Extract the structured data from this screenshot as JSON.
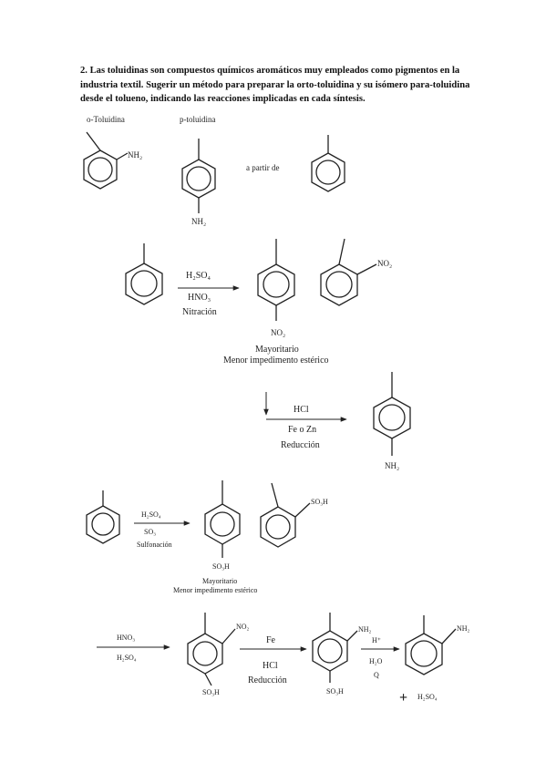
{
  "question": "2. Las toluidinas son compuestos químicos aromáticos muy empleados como pigmentos en la industria textil. Sugerir un método para preparar la orto-toluidina y su isómero para-toluidina desde el tolueno, indicando las reacciones implicadas en cada síntesis.",
  "intro": {
    "ortho_label": "o-Toluidina",
    "para_label": "p-toluidina",
    "from_label": "a partir de",
    "nh2": "NH₂"
  },
  "route_para": {
    "reagent1": "H₂SO₄",
    "reagent2": "HNO₃",
    "reaction_name": "Nitración",
    "no2": "NO₂",
    "major_label": "Mayoritario",
    "major_reason": "Menor impedimento estérico",
    "reduction_reagent1": "HCl",
    "reduction_reagent2": "Fe o Zn",
    "reduction_name": "Reducción",
    "product_group": "NH₂"
  },
  "route_ortho": {
    "reagent1": "H₂SO₄",
    "reagent2": "SO₃",
    "reaction_name": "Sulfonación",
    "so3h": "SO₃H",
    "major_label": "Mayoritario",
    "major_reason": "Menor impedimento estérico",
    "nitration_reagent1": "HNO₃",
    "nitration_reagent2": "H₂SO₄",
    "no2": "NO₂",
    "reduction_reagent1": "Fe",
    "reduction_reagent2": "HCl",
    "reduction_name": "Reducción",
    "nh2": "NH₂",
    "desulf_reagent1": "H⁺",
    "desulf_reagent2": "H₂O",
    "desulf_reagent3": "Q",
    "plus_sign": "+",
    "byproduct": "H₂SO₄",
    "final_group": "NH₂"
  }
}
